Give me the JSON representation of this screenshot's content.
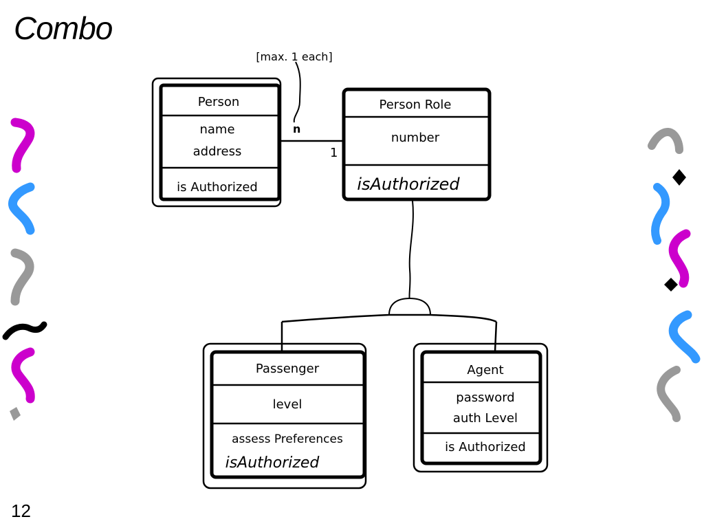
{
  "slide": {
    "title": "Combo",
    "page_number": "12"
  },
  "diagram": {
    "note": "[max. 1 each]",
    "multiplicity_n": "n",
    "multiplicity_1": "1",
    "classes": {
      "person": {
        "name": "Person",
        "attributes": [
          "name",
          "address"
        ],
        "operations": [
          "is Authorized"
        ]
      },
      "person_role": {
        "name": "Person Role",
        "attributes": [
          "number"
        ],
        "operations": [
          "isAuthorized"
        ]
      },
      "passenger": {
        "name": "Passenger",
        "attributes": [
          "level"
        ],
        "operations": [
          "assess Preferences",
          "isAuthorized"
        ]
      },
      "agent": {
        "name": "Agent",
        "attributes": [
          "password",
          "auth Level"
        ],
        "operations": [
          "is Authorized"
        ]
      }
    }
  },
  "decorations": {
    "colors": {
      "magenta": "#cc00cc",
      "blue": "#3399ff",
      "gray": "#999999",
      "black": "#000000"
    }
  }
}
